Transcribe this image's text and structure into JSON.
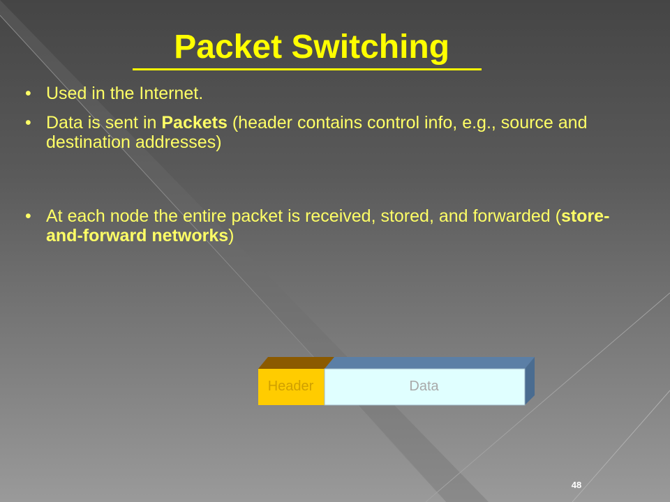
{
  "slide": {
    "title": " Packet Switching",
    "bullets": [
      {
        "parts": [
          "Used in the Internet."
        ]
      },
      {
        "pre": "Data is sent in ",
        "bold": "Packets",
        "post": " (header contains control info, e.g., source and destination addresses)"
      },
      {
        "pre": " At each node the entire packet is received, stored, and forwarded (",
        "bold": "store-and-forward networks",
        "post": ")"
      }
    ],
    "bullet_char": "•",
    "packet": {
      "header_label": "Header",
      "data_label": "Data",
      "header_color": "#ffcc00",
      "header_top_color": "#8b5a00",
      "data_color": "#e0ffff",
      "data_top_color": "#5b7fa6"
    },
    "page_number": "48"
  }
}
